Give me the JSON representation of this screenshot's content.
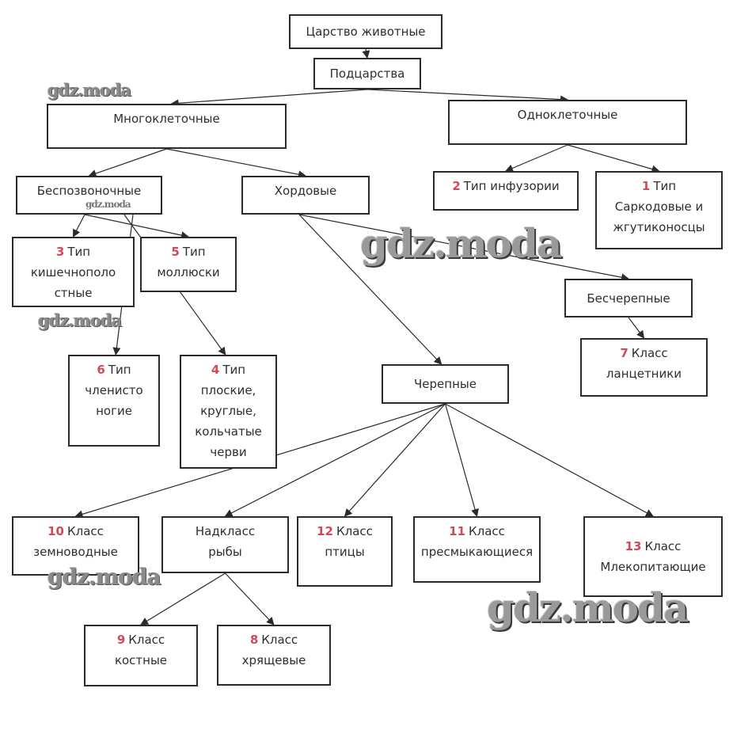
{
  "diagram": {
    "title": "Царство животные",
    "colors": {
      "number": "#d24a5a",
      "border": "#2b2b2b",
      "text": "#2e2e2e"
    },
    "nodes": {
      "kingdom": {
        "lines": [
          "Царство животные"
        ]
      },
      "subkingdoms": {
        "lines": [
          "Подцарства"
        ]
      },
      "multicellular": {
        "lines": [
          "Многоклеточные"
        ]
      },
      "unicellular": {
        "lines": [
          "Одноклеточные"
        ]
      },
      "invertebrates": {
        "lines": [
          "Беспозвоночные"
        ]
      },
      "chordates": {
        "lines": [
          "Хордовые"
        ]
      },
      "ciliates": {
        "num": "2",
        "lines": [
          "Тип инфузории"
        ]
      },
      "sarcodina": {
        "num": "1",
        "lines": [
          "Тип",
          "Саркодовые и",
          "жгутиконосцы"
        ]
      },
      "cnidarians": {
        "num": "3",
        "lines": [
          "Тип",
          "кишечнополо",
          "стные"
        ]
      },
      "mollusks": {
        "num": "5",
        "lines": [
          "Тип",
          "моллюски"
        ]
      },
      "acrania": {
        "lines": [
          "Бесчерепные"
        ]
      },
      "lancelets": {
        "num": "7",
        "lines": [
          "Класс",
          "ланцетники"
        ]
      },
      "arthropods": {
        "num": "6",
        "lines": [
          "Тип",
          "членисто",
          "ногие"
        ]
      },
      "worms": {
        "num": "4",
        "lines": [
          "Тип",
          "плоские,",
          "круглые,",
          "кольчатые",
          "черви"
        ]
      },
      "craniata": {
        "lines": [
          "Черепные"
        ]
      },
      "amphibians": {
        "num": "10",
        "lines": [
          "Класс",
          "земноводные"
        ]
      },
      "fishes": {
        "lines": [
          "Надкласс",
          "рыбы"
        ]
      },
      "birds": {
        "num": "12",
        "lines": [
          "Класс",
          "птицы"
        ]
      },
      "reptiles": {
        "num": "11",
        "lines": [
          "Класс",
          "пресмыкающиеся"
        ]
      },
      "mammals": {
        "num": "13",
        "lines": [
          "Класс",
          "Млекопитающие"
        ]
      },
      "bony": {
        "num": "9",
        "lines": [
          "Класс",
          "костные"
        ]
      },
      "cartilaginous": {
        "num": "8",
        "lines": [
          "Класс",
          "хрящевые"
        ]
      }
    },
    "edges": [
      [
        "kingdom",
        "subkingdoms"
      ],
      [
        "subkingdoms",
        "multicellular"
      ],
      [
        "subkingdoms",
        "unicellular"
      ],
      [
        "multicellular",
        "invertebrates"
      ],
      [
        "multicellular",
        "chordates"
      ],
      [
        "unicellular",
        "ciliates"
      ],
      [
        "unicellular",
        "sarcodina"
      ],
      [
        "invertebrates",
        "cnidarians"
      ],
      [
        "invertebrates",
        "mollusks"
      ],
      [
        "invertebrates",
        "arthropods"
      ],
      [
        "invertebrates",
        "worms"
      ],
      [
        "chordates",
        "acrania"
      ],
      [
        "chordates",
        "craniata"
      ],
      [
        "acrania",
        "lancelets"
      ],
      [
        "craniata",
        "amphibians"
      ],
      [
        "craniata",
        "fishes"
      ],
      [
        "craniata",
        "birds"
      ],
      [
        "craniata",
        "reptiles"
      ],
      [
        "craniata",
        "mammals"
      ],
      [
        "fishes",
        "bony"
      ],
      [
        "fishes",
        "cartilaginous"
      ]
    ]
  },
  "watermark": {
    "text": "gdz.moda"
  }
}
